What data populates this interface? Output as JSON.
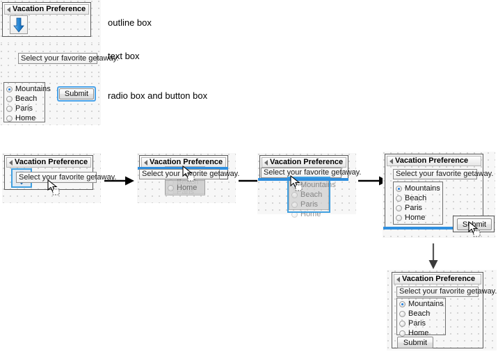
{
  "legend": {
    "items": [
      {
        "caption": "outline box"
      },
      {
        "caption": "text box"
      },
      {
        "caption": "radio box and button box"
      }
    ]
  },
  "widget": {
    "group_title": "Vacation Preference",
    "prompt_text": "Select your favorite getaway.",
    "submit_label": "Submit",
    "radio_options": [
      {
        "label": "Mountains",
        "selected": true
      },
      {
        "label": "Beach",
        "selected": false
      },
      {
        "label": "Paris",
        "selected": false
      },
      {
        "label": "Home",
        "selected": false
      }
    ],
    "icons": {
      "collapse": "triangle-right-icon",
      "drop": "blue-down-arrow-icon",
      "cursor": "drag-cursor-icon"
    }
  },
  "palette": {
    "canvas_bg": "#f7f7f7",
    "grid_dot": "#c8c8c8",
    "outline_border": "#5a5a5a",
    "selection_blue": "#3f9fe0",
    "insert_line_blue": "#2f8fdf",
    "radio_selected": "#1f7fe0",
    "arrow_blue": "#1d7fd4"
  },
  "flow": {
    "steps": [
      {
        "name": "step-1-drop-text-box"
      },
      {
        "name": "step-2-drag-radio-group"
      },
      {
        "name": "step-3-place-radio-group"
      },
      {
        "name": "step-4-drag-submit-button"
      },
      {
        "name": "step-5-final-form"
      }
    ]
  }
}
